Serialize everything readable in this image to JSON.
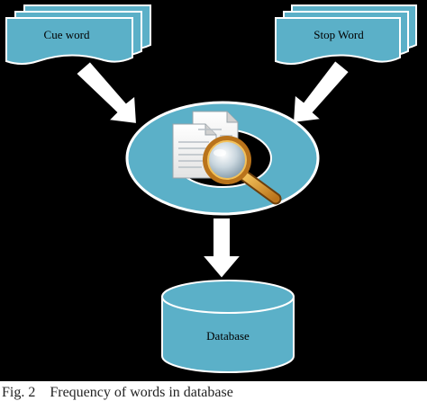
{
  "diagram": {
    "cue_word_label": "Cue word",
    "stop_word_label": "Stop Word",
    "database_label": "Database",
    "central_icon": "document-search-icon"
  },
  "caption": {
    "figure_number": "Fig. 2",
    "text": "Frequency of words in database"
  },
  "colors": {
    "background": "#000000",
    "node_fill": "#5bb0c8",
    "node_stroke": "#ffffff",
    "arrow_fill": "#ffffff",
    "arrow_stroke": "#000000"
  }
}
